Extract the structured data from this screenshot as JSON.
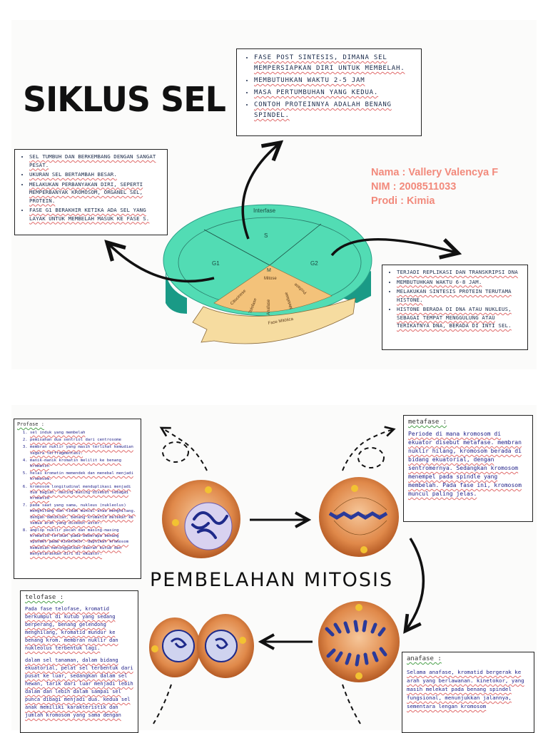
{
  "siklus": {
    "title": "SIKLUS SEL",
    "box_s": [
      "FASE POST SINTESIS, DIMANA SEL MEMPERSIAPKAN DIRI UNTUK MEMBELAH.",
      "MEMBUTUHKAN WAKTU 2-5 JAM",
      "MASA PERTUMBUHAN YANG KEDUA.",
      "CONTOH PROTEINNYA ADALAH BENANG SPINDEL."
    ],
    "box_g1": [
      "SEL TUMBUH DAN BERKEMBANG DENGAN SANGAT PESAT.",
      "UKURAN SEL BERTAMBAH BESAR.",
      "MELAKUKAN PERBANYAKAN DIRI, SEPERTI MEMPERBANYAK KROMOSOM, ORGANEL SEL, PROTEIN.",
      "FASE G1 BERAKHIR KETIKA ADA SEL YANG LAYAK UNTUK MEMBELAH MASUK KE FASE S."
    ],
    "box_g2": [
      "TERJADI REPLIKASI DAN TRANSKRIPSI DNA",
      "MEMBUTUHKAN WAKTU 6-8 JAM.",
      "MELAKUKAN SINTESIS PROTEIN TERUTAMA HISTONE.",
      "HISTONE BERADA DI DNA ATAU NUKLEUS, SEBAGAI TEMPAT MENGGULUNG ATAU TERIKATNYA DNA, BERADA DI INTI SEL."
    ],
    "student": {
      "name": "Nama : Vallery Valencya F",
      "nim": "NIM : 2008511033",
      "prodi": "Prodi : Kimia"
    },
    "wheel": {
      "interfase": "Interfase",
      "s": "S",
      "g1": "G1",
      "g2": "G2",
      "m": "M",
      "mitose": "Mitose",
      "citocinese": "Citocinese",
      "telofase": "Telofase",
      "anafase": "Anafase",
      "metafase": "Metafase",
      "profase": "Profase",
      "fase_mitotica": "Fase Mitótica"
    }
  },
  "mitosis": {
    "title": "PEMBELAHAN MITOSIS",
    "profase": {
      "title": "Profase :",
      "items": [
        "sel induk yang membelah",
        "pemisahan dua sentriol dari centrosome",
        "membran nuklir yang masih terlihat kemudian segera terfragmentasi.",
        "manik-manik kromatin melilit ke benang kromatin",
        "helai kromatin memendek dan menebal menjadi kromosom.",
        "kromosom longitudinal menduplikasi menjadi dua bagian, masing-masing disebut sebagai kromatid",
        "pada saat yang sama, nukleus (nukleolus) menghilang dan tidak muncul atau menghilang. dengan demikian, benang kromatid melekat ke semua arah yang disebut aster.",
        "amplop nuklir pecah dan masing-masing kromatid terikat pada beberapa benang spindel pada kinetokor. duplikat kromosom kemudian meninggalkan daerah kutub dan menyelaraskan diri di ekuator."
      ]
    },
    "metafase": {
      "title": "metafase :",
      "text": "Periode di mana kromosom di ekuator disebut metafase. membran nuklir hilang, kromosom berada di bidang ekuatorial, dengan sentromernya. Sedangkan kromosom menempel pada spindle yang membelah. Pada fase ini, kromosom muncul paling jelas."
    },
    "telofase": {
      "title": "telofase :",
      "p1": "Pada fase telofase, kromatid berkumpul di kutub yang sedang berperang, benang gelendong menghilang, kromatid mundur ke benang krom. membran nuklir dan nukleolus terbentuk lagi.",
      "p2": "dalam sel tanaman, dalam bidang ekuatorial, pelat sel terbentuk dari pusat ke luar, sedangkan dalam sel hewan, tarik dari luar menjadi lebih dalam dan lebih dalam sampai sel punca dibagi menjadi dua. kedua sel anak memiliki karakteristik dan jumlah kromosom yang sama dengan"
    },
    "anafase": {
      "title": "anafase :",
      "text": "Selama anafase, kromatid bergerak ke arah yang berlawanan. kinetokor, yang masih melekat pada benang spindel fungsional, menunjukkan jalannya, sementara lengan kromosom"
    }
  }
}
